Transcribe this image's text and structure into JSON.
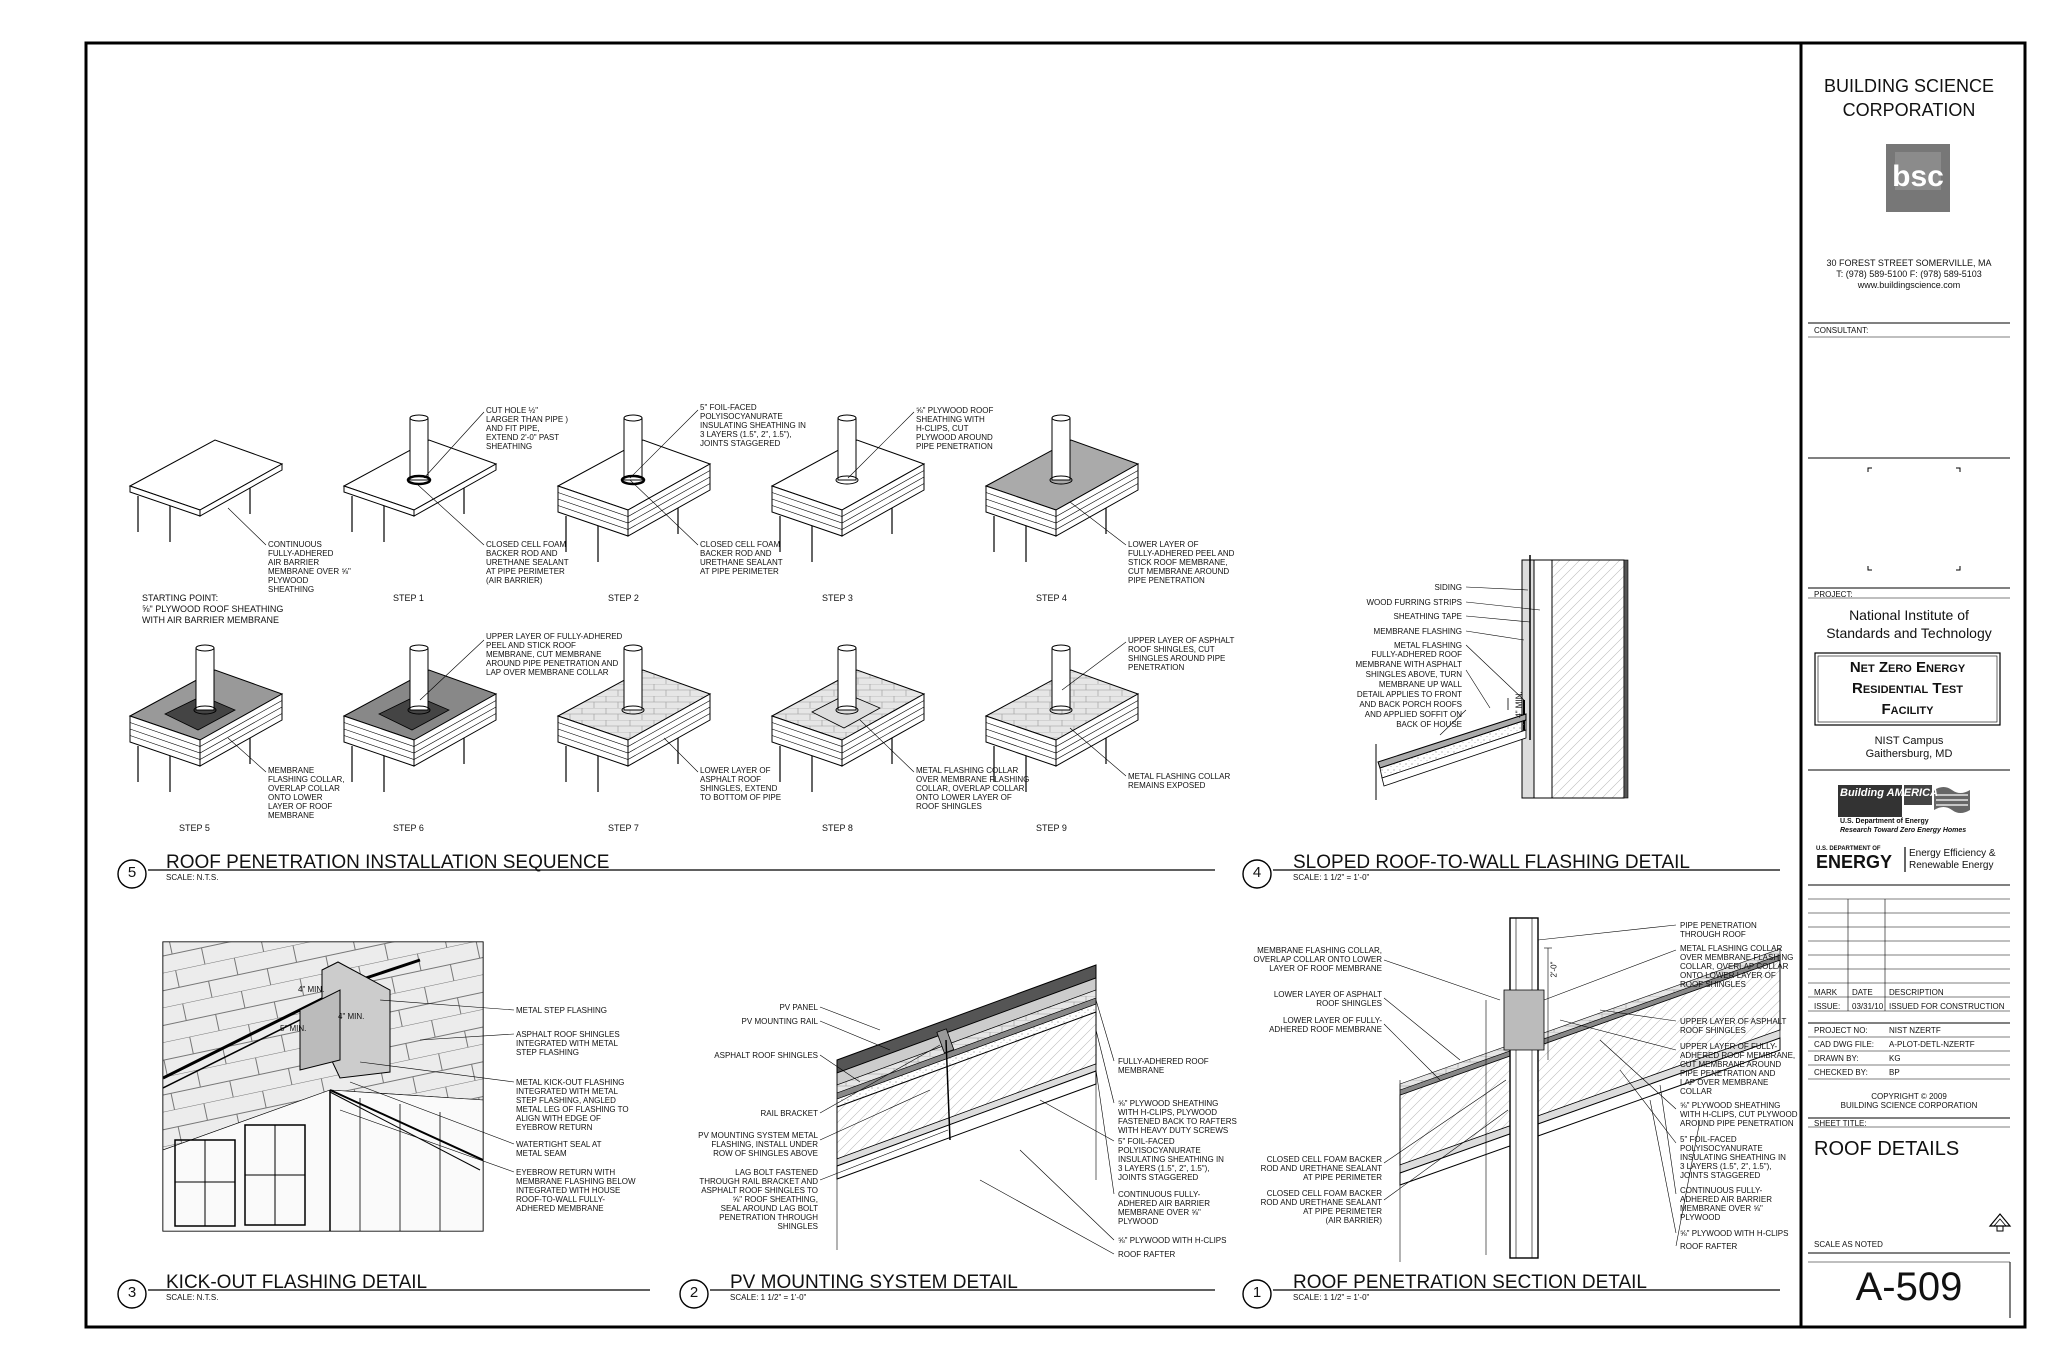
{
  "title_block": {
    "firm_line1": "BUILDING SCIENCE",
    "firm_line2": "CORPORATION",
    "logo_text": "bsc",
    "address": "30 FOREST STREET  SOMERVILLE, MA",
    "phone": "T: (978) 589-5100  F: (978) 589-5103",
    "website": "www.buildingscience.com",
    "consultant_label": "CONSULTANT:",
    "project_label": "PROJECT:",
    "project_name_1": "National Institute of",
    "project_name_2": "Standards and Technology",
    "facility_1": "Net Zero Energy",
    "facility_2": "Residential Test",
    "facility_3": "Facility",
    "campus_1": "NIST Campus",
    "campus_2": "Gaithersburg, MD",
    "ba_logo": "Building AMERICA",
    "ba_sub": "U.S. Department of Energy",
    "ba_tag": "Research Toward Zero Energy Homes",
    "doe_small": "U.S. DEPARTMENT OF",
    "doe_big": "ENERGY",
    "eere_1": "Energy Efficiency &",
    "eere_2": "Renewable Energy",
    "rev_headers": [
      "MARK",
      "DATE",
      "DESCRIPTION"
    ],
    "rev_row": [
      "ISSUE:",
      "03/31/10",
      "ISSUED FOR CONSTRUCTION"
    ],
    "info_rows": [
      [
        "PROJECT NO:",
        "NIST NZERTF"
      ],
      [
        "CAD DWG FILE:",
        "A-PLOT-DETL-NZERTF"
      ],
      [
        "DRAWN BY:",
        "KG"
      ],
      [
        "CHECKED BY:",
        "BP"
      ]
    ],
    "copyright_1": "COPYRIGHT © 2009",
    "copyright_2": "BUILDING SCIENCE CORPORATION",
    "sheet_title_label": "SHEET TITLE:",
    "sheet_title": "ROOF DETAILS",
    "scale_note": "SCALE AS NOTED",
    "sheet_number": "A-509"
  },
  "detail5": {
    "number": "5",
    "title": "ROOF PENETRATION INSTALLATION SEQUENCE",
    "scale": "SCALE: N.T.S.",
    "start_1": "STARTING POINT:",
    "start_2": "⅝\" PLYWOOD ROOF SHEATHING",
    "start_3": "WITH AIR BARRIER MEMBRANE",
    "steps": [
      "STEP 1",
      "STEP 2",
      "STEP 3",
      "STEP 4",
      "STEP 5",
      "STEP 6",
      "STEP 7",
      "STEP 8",
      "STEP 9"
    ],
    "note_start": [
      "CONTINUOUS",
      "FULLY-ADHERED",
      "AIR BARRIER",
      "MEMBRANE OVER ⅝\"",
      "PLYWOOD",
      "SHEATHING"
    ],
    "note_s1a": [
      "CUT HOLE ½\"",
      "LARGER THAN PIPE )",
      "AND FIT PIPE,",
      "EXTEND 2'-0\" PAST",
      "SHEATHING"
    ],
    "note_s1b": [
      "CLOSED CELL FOAM",
      "BACKER ROD AND",
      "URETHANE SEALANT",
      "AT PIPE PERIMETER",
      "(AIR BARRIER)"
    ],
    "note_s2a": [
      "5\" FOIL-FACED",
      "POLYISOCYANURATE",
      "INSULATING SHEATHING IN",
      "3 LAYERS (1.5\", 2\", 1.5\"),",
      "JOINTS STAGGERED"
    ],
    "note_s2b": [
      "CLOSED CELL FOAM",
      "BACKER ROD AND",
      "URETHANE SEALANT",
      "AT PIPE PERIMETER"
    ],
    "note_s3": [
      "⅝\" PLYWOOD ROOF",
      "SHEATHING WITH",
      "H-CLIPS, CUT",
      "PLYWOOD AROUND",
      "PIPE PENETRATION"
    ],
    "note_s4": [
      "LOWER LAYER OF",
      "FULLY-ADHERED PEEL AND",
      "STICK ROOF MEMBRANE,",
      "CUT MEMBRANE AROUND",
      "PIPE PENETRATION"
    ],
    "note_s5": [
      "MEMBRANE",
      "FLASHING COLLAR,",
      "OVERLAP COLLAR",
      "ONTO LOWER",
      "LAYER OF ROOF",
      "MEMBRANE"
    ],
    "note_s6": [
      "UPPER LAYER OF FULLY-ADHERED",
      "PEEL AND STICK ROOF",
      "MEMBRANE, CUT MEMBRANE",
      "AROUND PIPE PENETRATION AND",
      "LAP OVER MEMBRANE COLLAR"
    ],
    "note_s7": [
      "LOWER LAYER OF",
      "ASPHALT ROOF",
      "SHINGLES, EXTEND",
      "TO BOTTOM OF PIPE"
    ],
    "note_s8": [
      "METAL FLASHING COLLAR",
      "OVER MEMBRANE FLASHING",
      "COLLAR, OVERLAP COLLAR",
      "ONTO LOWER LAYER OF",
      "ROOF SHINGLES"
    ],
    "note_s9a": [
      "UPPER LAYER OF ASPHALT",
      "ROOF SHINGLES, CUT",
      "SHINGLES AROUND PIPE",
      "PENETRATION"
    ],
    "note_s9b": [
      "METAL FLASHING COLLAR",
      "REMAINS EXPOSED"
    ]
  },
  "detail4": {
    "number": "4",
    "title": "SLOPED ROOF-TO-WALL FLASHING DETAIL",
    "scale": "SCALE: 1 1/2\" = 1'-0\"",
    "labels": [
      "SIDING",
      "WOOD FURRING STRIPS",
      "SHEATHING TAPE",
      "MEMBRANE FLASHING",
      "METAL FLASHING",
      "FULLY-ADHERED ROOF",
      "MEMBRANE WITH ASPHALT",
      "SHINGLES ABOVE, TURN",
      "MEMBRANE UP WALL",
      "DETAIL APPLIES TO FRONT",
      "AND BACK PORCH ROOFS",
      "AND APPLIED SOFFIT ON",
      "BACK OF HOUSE"
    ],
    "dim": "4\" MIN."
  },
  "detail3": {
    "number": "3",
    "title": "KICK-OUT FLASHING DETAIL",
    "scale": "SCALE: N.T.S.",
    "dims": [
      "4\" MIN.",
      "4\" MIN.",
      "5\" MIN."
    ],
    "labels": [
      [
        "METAL STEP FLASHING"
      ],
      [
        "ASPHALT ROOF SHINGLES",
        "INTEGRATED WITH METAL",
        "STEP FLASHING"
      ],
      [
        "METAL KICK-OUT FLASHING",
        "INTEGRATED WITH METAL",
        "STEP FLASHING, ANGLED",
        "METAL LEG OF FLASHING TO",
        "ALIGN WITH EDGE OF",
        "EYEBROW RETURN"
      ],
      [
        "WATERTIGHT SEAL AT",
        "METAL SEAM"
      ],
      [
        "EYEBROW RETURN WITH",
        "MEMBRANE FLASHING BELOW",
        "INTEGRATED WITH HOUSE",
        "ROOF-TO-WALL FULLY-",
        "ADHERED MEMBRANE"
      ]
    ]
  },
  "detail2": {
    "number": "2",
    "title": "PV MOUNTING SYSTEM DETAIL",
    "scale": "SCALE: 1 1/2\" = 1'-0\"",
    "left_labels": [
      [
        "PV PANEL"
      ],
      [
        "PV MOUNTING RAIL"
      ],
      [
        "ASPHALT ROOF SHINGLES"
      ],
      [
        "RAIL BRACKET"
      ],
      [
        "PV MOUNTING SYSTEM METAL",
        "FLASHING, INSTALL UNDER",
        "ROW OF SHINGLES ABOVE"
      ],
      [
        "LAG BOLT FASTENED",
        "THROUGH RAIL BRACKET AND",
        "ASPHALT ROOF SHINGLES TO",
        "⅝\" ROOF SHEATHING,",
        "SEAL AROUND LAG BOLT",
        "PENETRATION THROUGH",
        "SHINGLES"
      ]
    ],
    "right_labels": [
      [
        "FULLY-ADHERED ROOF",
        "MEMBRANE"
      ],
      [
        "⅝\" PLYWOOD SHEATHING",
        "WITH H-CLIPS, PLYWOOD",
        "FASTENED BACK TO RAFTERS",
        "WITH HEAVY DUTY SCREWS"
      ],
      [
        "5\" FOIL-FACED",
        "POLYISOCYANURATE",
        "INSULATING SHEATHING IN",
        "3 LAYERS (1.5\", 2\", 1.5\"),",
        "JOINTS STAGGERED"
      ],
      [
        "CONTINUOUS FULLY-",
        "ADHERED AIR BARRIER",
        "MEMBRANE OVER ⅝\"",
        "PLYWOOD"
      ],
      [
        "⅝\" PLYWOOD WITH H-CLIPS"
      ],
      [
        "ROOF RAFTER"
      ]
    ]
  },
  "detail1": {
    "number": "1",
    "title": "ROOF PENETRATION SECTION DETAIL",
    "scale": "SCALE: 1 1/2\" = 1'-0\"",
    "dim": "2'-0\"",
    "left_labels": [
      [
        "MEMBRANE FLASHING COLLAR,",
        "OVERLAP COLLAR ONTO LOWER",
        "LAYER OF ROOF MEMBRANE"
      ],
      [
        "LOWER LAYER OF ASPHALT",
        "ROOF SHINGLES"
      ],
      [
        "LOWER LAYER OF FULLY-",
        "ADHERED ROOF MEMBRANE"
      ],
      [
        "CLOSED CELL FOAM BACKER",
        "ROD AND URETHANE SEALANT",
        "AT PIPE PERIMETER"
      ],
      [
        "CLOSED CELL FOAM BACKER",
        "ROD AND URETHANE SEALANT",
        "AT PIPE PERIMETER",
        "(AIR BARRIER)"
      ]
    ],
    "right_labels": [
      [
        "PIPE PENETRATION",
        "THROUGH ROOF"
      ],
      [
        "METAL FLASHING COLLAR",
        "OVER MEMBRANE FLASHING",
        "COLLAR, OVERLAP COLLAR",
        "ONTO LOWER LAYER OF",
        "ROOF SHINGLES"
      ],
      [
        "UPPER LAYER OF ASPHALT",
        "ROOF SHINGLES"
      ],
      [
        "UPPER LAYER OF FULLY-",
        "ADHERED ROOF MEMBRANE,",
        "CUT MEMBRANE AROUND",
        "PIPE PENETRATION AND",
        "LAP OVER MEMBRANE",
        "COLLAR"
      ],
      [
        "⅝\" PLYWOOD SHEATHING",
        "WITH H-CLIPS, CUT PLYWOOD",
        "AROUND PIPE PENETRATION"
      ],
      [
        "5\" FOIL-FACED",
        "POLYISOCYANURATE",
        "INSULATING SHEATHING IN",
        "3 LAYERS (1.5\", 2\", 1.5\"),",
        "JOINTS STAGGERED"
      ],
      [
        "CONTINUOUS FULLY-",
        "ADHERED AIR BARRIER",
        "MEMBRANE OVER ⅝\"",
        "PLYWOOD"
      ],
      [
        "⅝\" PLYWOOD WITH H-CLIPS"
      ],
      [
        "ROOF RAFTER"
      ]
    ]
  }
}
